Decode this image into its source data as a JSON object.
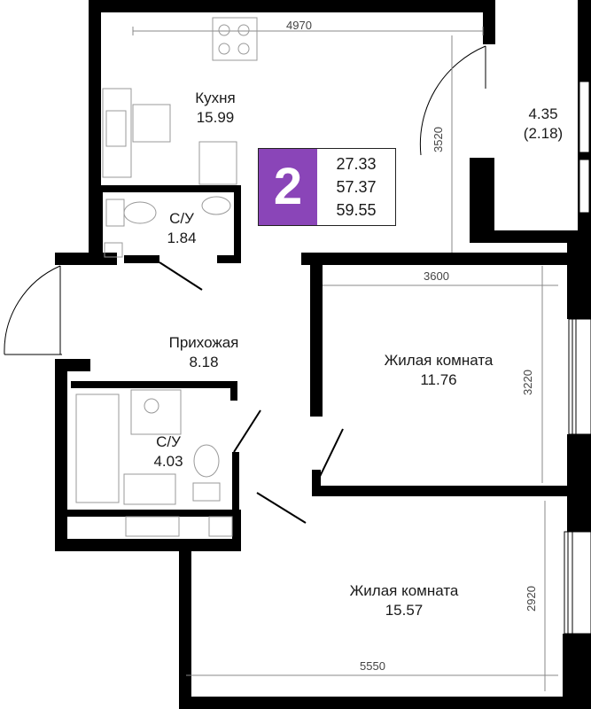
{
  "rooms": {
    "kitchen": {
      "name": "Кухня",
      "area": "15.99"
    },
    "wc1": {
      "name": "С/У",
      "area": "1.84"
    },
    "hall": {
      "name": "Прихожая",
      "area": "8.18"
    },
    "wc2": {
      "name": "С/У",
      "area": "4.03"
    },
    "balcony": {
      "name": "4.35",
      "area": "(2.18)"
    },
    "living1": {
      "name": "Жилая комната",
      "area": "11.76"
    },
    "living2": {
      "name": "Жилая комната",
      "area": "15.57"
    }
  },
  "badge": {
    "rooms_count": "2",
    "living_area": "27.33",
    "total_area": "57.37",
    "total_with_balcony": "59.55",
    "color": "#8a45b8"
  },
  "dimensions": {
    "kitchen_width": "4970",
    "kitchen_depth": "3520",
    "living1_width": "3600",
    "living1_depth": "3220",
    "living2_width": "5550",
    "living2_depth": "2920"
  }
}
